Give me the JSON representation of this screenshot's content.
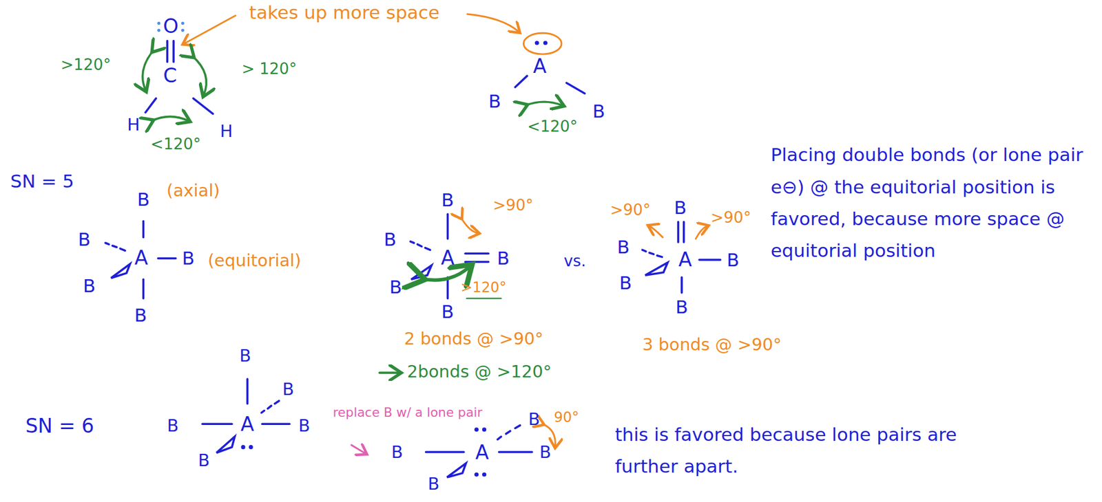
{
  "diagram": {
    "labels": [
      "O",
      "takes up more space",
      "C",
      ">120°",
      "> 120°",
      "H",
      "H",
      "<120°",
      "A",
      "B",
      "B",
      "<120°",
      "SN = 5",
      "B",
      "(axial)",
      "B",
      "A",
      "B",
      "(equitorial)",
      "B",
      "B",
      "B",
      ">90°",
      "B",
      "A",
      "B",
      "B",
      ">120°",
      "B",
      "2 bonds @ >90°",
      "2bonds @ >120°",
      "vs.",
      ">90°",
      "B",
      ">90°",
      "B",
      "A",
      "B",
      "B",
      "B",
      "3 bonds @ >90°",
      "Placing double bonds (or lone pair e⊖) @ the equitorial position is favored, because more space @ equitorial position",
      "SN = 6",
      "B",
      "B",
      "B",
      "A",
      "B",
      "B",
      "replace B w/ a lone pair",
      "B",
      "A",
      "B",
      "90°",
      "B",
      "B",
      "this is favored because lone pairs are further apart."
    ]
  }
}
